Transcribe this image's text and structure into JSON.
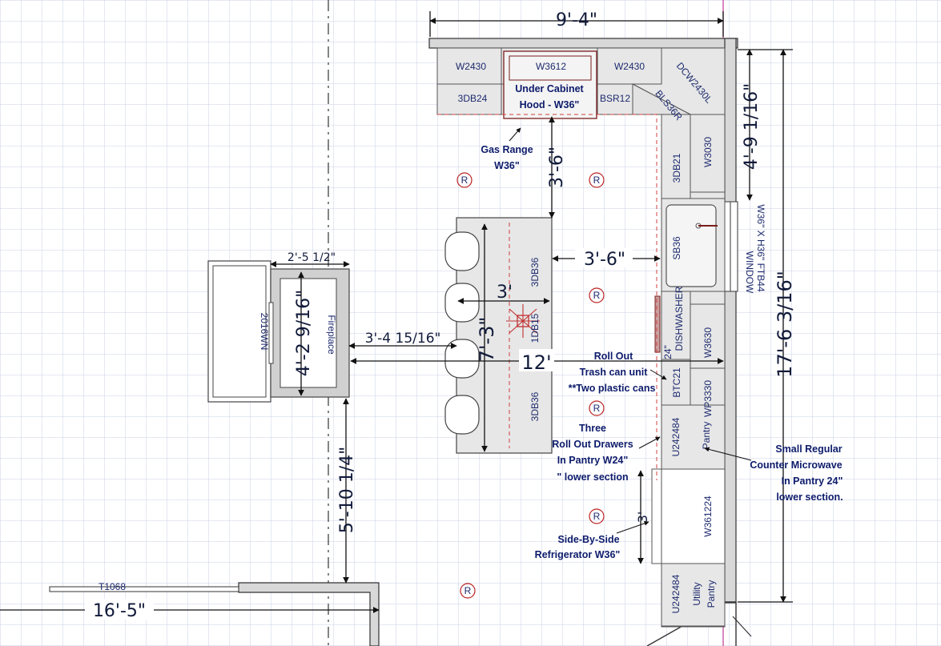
{
  "dimensions": {
    "top_width": "9'-4\"",
    "right_upper": "4'-9 1/16\"",
    "right_total": "17'-6 3/16\"",
    "aisle_range": "3'-6\"",
    "aisle_island": "3'-6\"",
    "island_depth": "3'",
    "island_length": "7'-3\"",
    "island_span": "12'",
    "fireplace_width": "2'-5 1/2\"",
    "fireplace_depth": "4'-2 9/16\"",
    "fireplace_gap": "3'-4 15/16\"",
    "fireplace_down": "5'-10 1/4\"",
    "bottom_left": "16'-5\"",
    "fridge_dim": "3'"
  },
  "cabinets": {
    "w2430_left": "W2430",
    "w3612": "W3612",
    "w2430_right": "W2430",
    "dcw": "DCW2430L",
    "b3db24": "3DB24",
    "bsr12": "BSR12",
    "bls": "BLS36R",
    "b3db21": "3DB21",
    "w3030": "W3030",
    "sb36": "SB36",
    "w3630": "W3630",
    "btc21": "BTC21",
    "wp3330": "WP3330",
    "u242484_a": "U242484",
    "u242484_b": "U242484",
    "w361224": "W361224",
    "island_3db36_top": "3DB36",
    "island_1db15": "1DB15",
    "island_3db36_bot": "3DB36",
    "dishwasher_size": "24\"",
    "dishwasher": "DISHWASHER",
    "pantry": "Pantry",
    "utility": "Utility",
    "utility_pantry": "Pantry"
  },
  "labels": {
    "hood_line1": "Under Cabinet",
    "hood_line2": "Hood - W36\"",
    "range_line1": "Gas Range",
    "range_line2": "W36\"",
    "window_line1": "WINDOW",
    "window_line2": "W36\" X H36\" FTB44",
    "fireplace": "Fireplace",
    "fireplace_code": "2016WN",
    "t1068": "T1068",
    "trash_line1": "Roll Out",
    "trash_line2": "Trash can unit",
    "trash_line3": "**Two plastic cans",
    "drawers_line1": "Three",
    "drawers_line2": "Roll Out Drawers",
    "drawers_line3": "In Pantry W24\"",
    "drawers_line4": "\" lower section",
    "micro_line1": "Small Regular",
    "micro_line2": "Counter Microwave",
    "micro_line3": "In Pantry 24\"",
    "micro_line4": "lower section.",
    "fridge_line1": "Side-By-Side",
    "fridge_line2": "Refrigerator W36\"",
    "recessed_light": "R"
  },
  "colors": {
    "grid": "#c9d0e6",
    "dimension": "#111a3a",
    "label": "#1d2a6e",
    "wall": "#d8d8d8",
    "cabinet": "#e7e7e7",
    "property_line": "#c0399a",
    "counter_edge": "#d04040"
  }
}
